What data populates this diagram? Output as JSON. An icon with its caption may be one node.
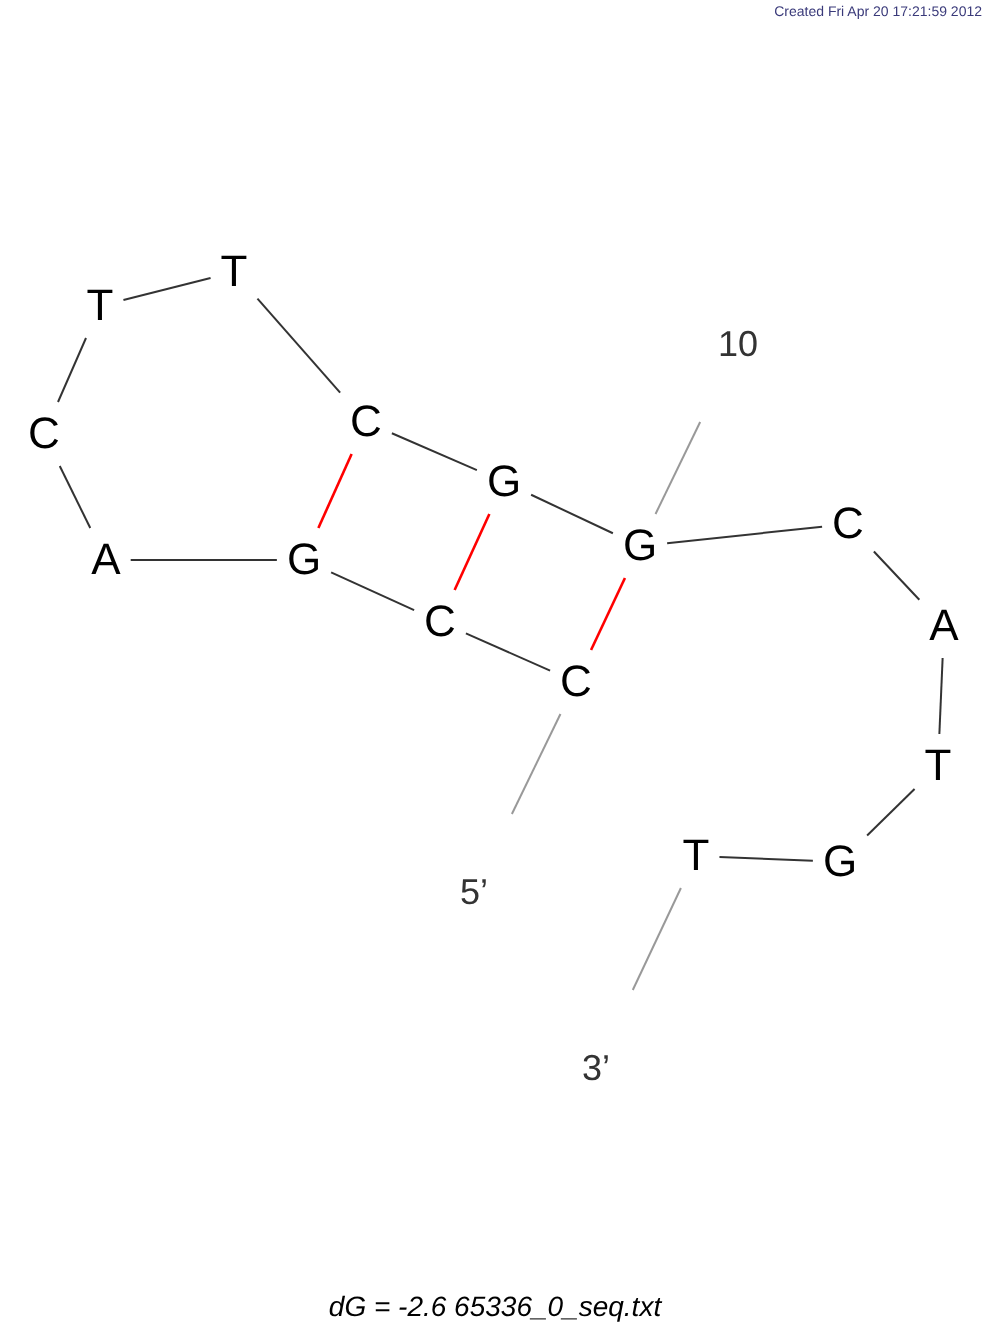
{
  "diagram": {
    "caption": "dG = -2.6 65336_0_seq.txt",
    "nodes": [
      {
        "text": [
          "C"
        ]
      },
      {
        "text": [
          "C"
        ]
      },
      {
        "text": [
          "G"
        ]
      },
      {
        "text": [
          "A"
        ]
      },
      {
        "text": [
          "C"
        ]
      },
      {
        "text": [
          "T"
        ]
      },
      {
        "text": [
          "T"
        ]
      },
      {
        "text": [
          "C"
        ]
      },
      {
        "text": [
          "G"
        ]
      },
      {
        "text": [
          "G"
        ]
      },
      {
        "text": [
          "C"
        ]
      },
      {
        "text": [
          "A"
        ]
      },
      {
        "text": [
          "T"
        ]
      },
      {
        "text": [
          "G"
        ]
      },
      {
        "text": [
          "T"
        ]
      },
      {
        "text": [
          "5’"
        ]
      },
      {
        "text": [
          "10"
        ]
      },
      {
        "text": [
          "3’"
        ]
      }
    ],
    "edges": [
      {
        "from": 0,
        "to": 1,
        "arrow": "none"
      },
      {
        "from": 1,
        "to": 2,
        "arrow": "none"
      },
      {
        "from": 2,
        "to": 3,
        "arrow": "none"
      },
      {
        "from": 3,
        "to": 4,
        "arrow": "none"
      },
      {
        "from": 4,
        "to": 5,
        "arrow": "none"
      },
      {
        "from": 5,
        "to": 6,
        "arrow": "none"
      },
      {
        "from": 6,
        "to": 7,
        "arrow": "none"
      },
      {
        "from": 7,
        "to": 8,
        "arrow": "none"
      },
      {
        "from": 8,
        "to": 9,
        "arrow": "none"
      },
      {
        "from": 9,
        "to": 10,
        "arrow": "none"
      },
      {
        "from": 10,
        "to": 11,
        "arrow": "none"
      },
      {
        "from": 11,
        "to": 12,
        "arrow": "none"
      },
      {
        "from": 12,
        "to": 13,
        "arrow": "none"
      },
      {
        "from": 13,
        "to": 14,
        "arrow": "none"
      },
      {
        "from": 7,
        "to": 2,
        "arrow": "none",
        "color": "#ff0000"
      },
      {
        "from": 8,
        "to": 1,
        "arrow": "none",
        "color": "#ff0000"
      },
      {
        "from": 9,
        "to": 0,
        "arrow": "none",
        "color": "#ff0000"
      },
      {
        "from": 15,
        "to": 0,
        "arrow": "none",
        "color": "#999999"
      },
      {
        "from": 16,
        "to": 9,
        "arrow": "none",
        "color": "#999999"
      },
      {
        "from": 17,
        "to": 14,
        "arrow": "none",
        "color": "#999999"
      }
    ],
    "labels": [
      "Created Fri Apr 20 17:21:59 2012"
    ]
  }
}
